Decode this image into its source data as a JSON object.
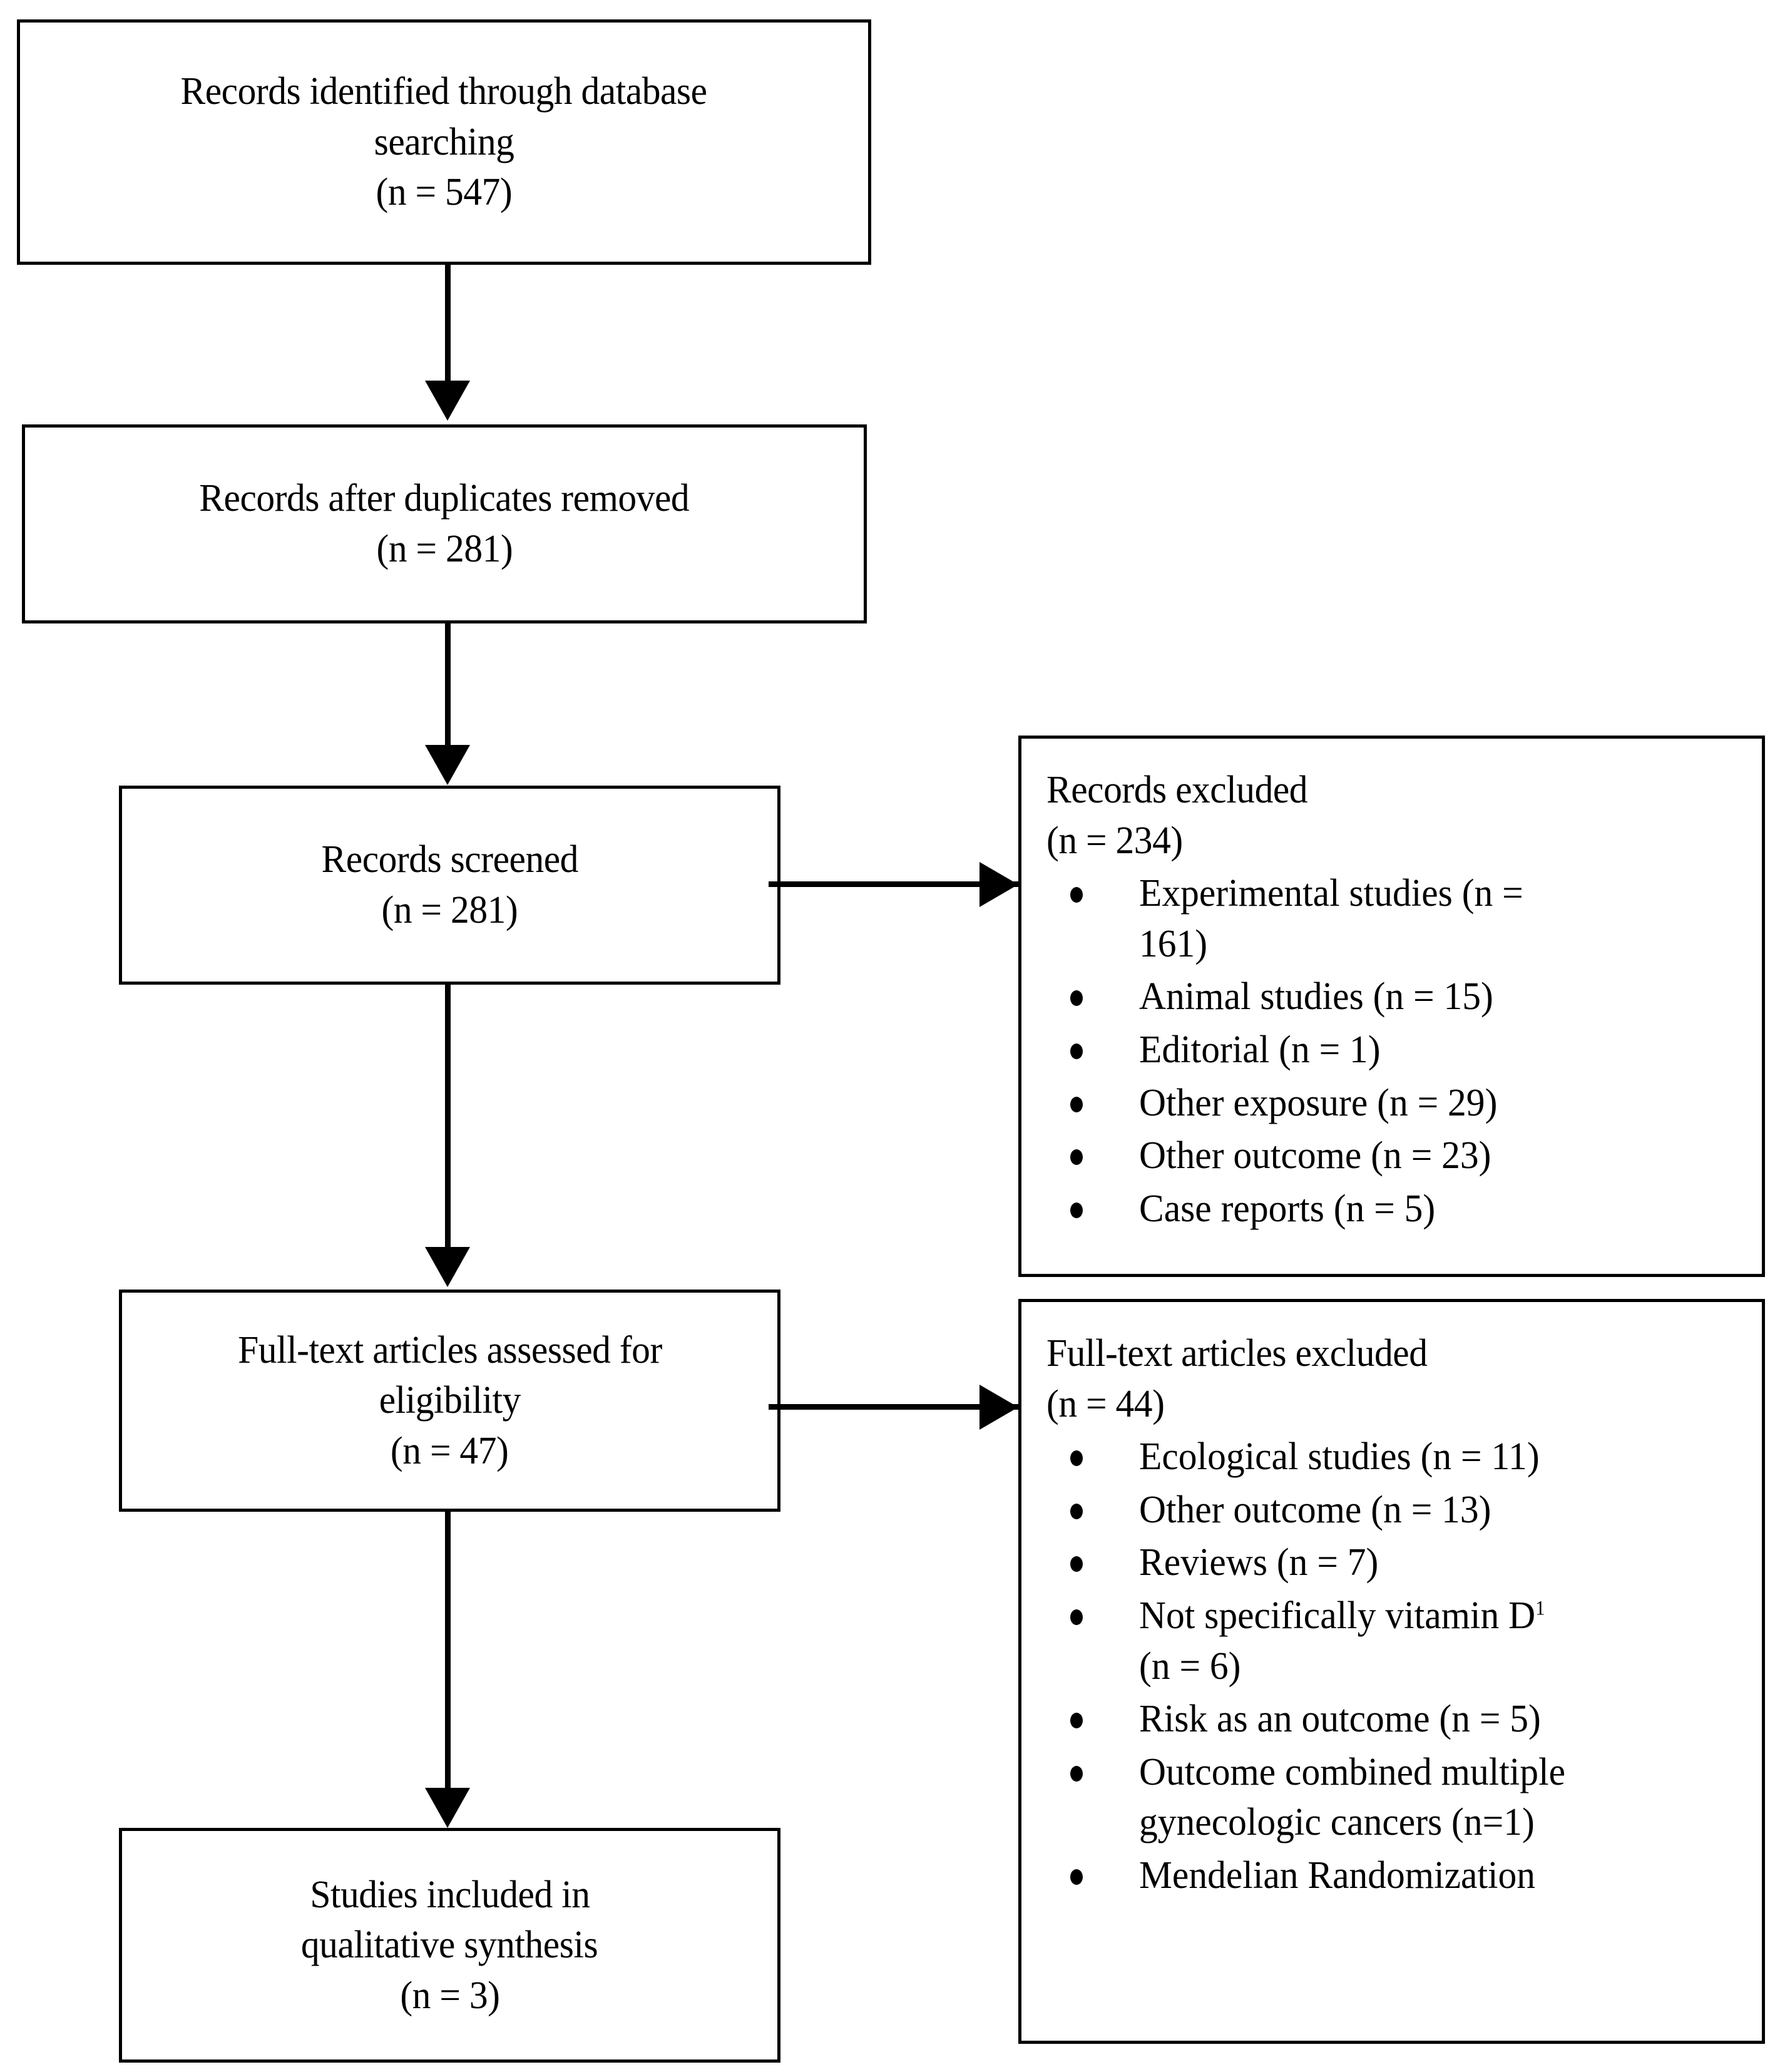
{
  "diagram": {
    "type": "prisma-flow-diagram",
    "boxes": {
      "identification": {
        "line1": "Records identified through database",
        "line2": "searching",
        "line3": "(n = 547)"
      },
      "duplicates_removed": {
        "line1": "Records after duplicates removed",
        "line2": "(n =  281)"
      },
      "screened": {
        "line1": "Records screened",
        "line2": "(n =  281)"
      },
      "records_excluded": {
        "title": "Records excluded",
        "count": "(n = 234)",
        "items": [
          {
            "text": "Experimental studies (n =",
            "cont": "161)"
          },
          {
            "text": "Animal studies (n = 15)",
            "cont": ""
          },
          {
            "text": "Editorial (n = 1)",
            "cont": ""
          },
          {
            "text": "Other exposure (n = 29)",
            "cont": ""
          },
          {
            "text": "Other outcome (n = 23)",
            "cont": ""
          }
        ],
        "clipped_item": "Case reports (n = 5)"
      },
      "fulltext_assessed": {
        "line1": "Full-text articles assessed for",
        "line2": "eligibility",
        "line3": "(n =  47)"
      },
      "fulltext_excluded": {
        "title": "Full-text articles excluded",
        "count": "(n = 44)",
        "items": [
          {
            "text": "Ecological studies (n = 11)",
            "cont": ""
          },
          {
            "text": "Other outcome (n = 13)",
            "cont": ""
          },
          {
            "text": "Reviews (n = 7)",
            "cont": ""
          },
          {
            "text": "Not specifically vitamin D",
            "sup": "1",
            "cont": "(n = 6)"
          },
          {
            "text": "Risk as an outcome (n = 5)",
            "cont": ""
          },
          {
            "text": "Outcome combined multiple",
            "cont": "gynecologic cancers (n=1)"
          },
          {
            "text": "Mendelian Randomization",
            "cont": ""
          }
        ]
      },
      "included": {
        "line1": "Studies included in",
        "line2": "qualitative synthesis",
        "line3": "(n =  3)"
      }
    },
    "colors": {
      "stroke": "#000000",
      "fill": "#ffffff",
      "text": "#000000"
    }
  }
}
